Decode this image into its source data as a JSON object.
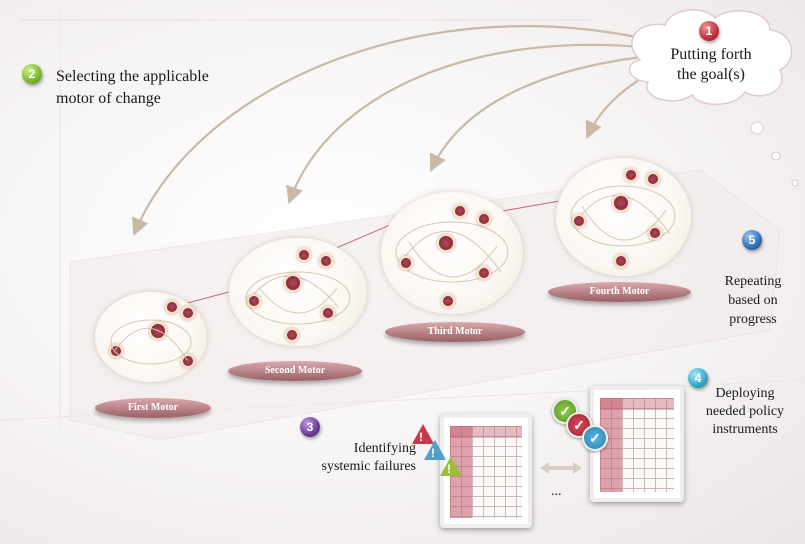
{
  "steps": [
    {
      "num": "1",
      "label_line1": "Putting forth",
      "label_line2": "the goal(s)",
      "color": "#c0323c"
    },
    {
      "num": "2",
      "label_line1": "Selecting the applicable",
      "label_line2": "motor of change",
      "color": "#7cb82f"
    },
    {
      "num": "3",
      "label_line1": "Identifying",
      "label_line2": "systemic failures",
      "color": "#6a3f95"
    },
    {
      "num": "4",
      "label_line1": "Deploying",
      "label_line2": "needed policy",
      "label_line3": "instruments",
      "color": "#35a9c9"
    },
    {
      "num": "5",
      "label_line1": "Repeating",
      "label_line2": "based on",
      "label_line3": "progress",
      "color": "#2f6fb6"
    }
  ],
  "motors": [
    {
      "label": "First Motor"
    },
    {
      "label": "Second Motor"
    },
    {
      "label": "Third Motor"
    },
    {
      "label": "Fourth Motor"
    }
  ],
  "ellipsis": "...",
  "icons": {
    "warning": "warning-icon",
    "check": "check-icon"
  }
}
